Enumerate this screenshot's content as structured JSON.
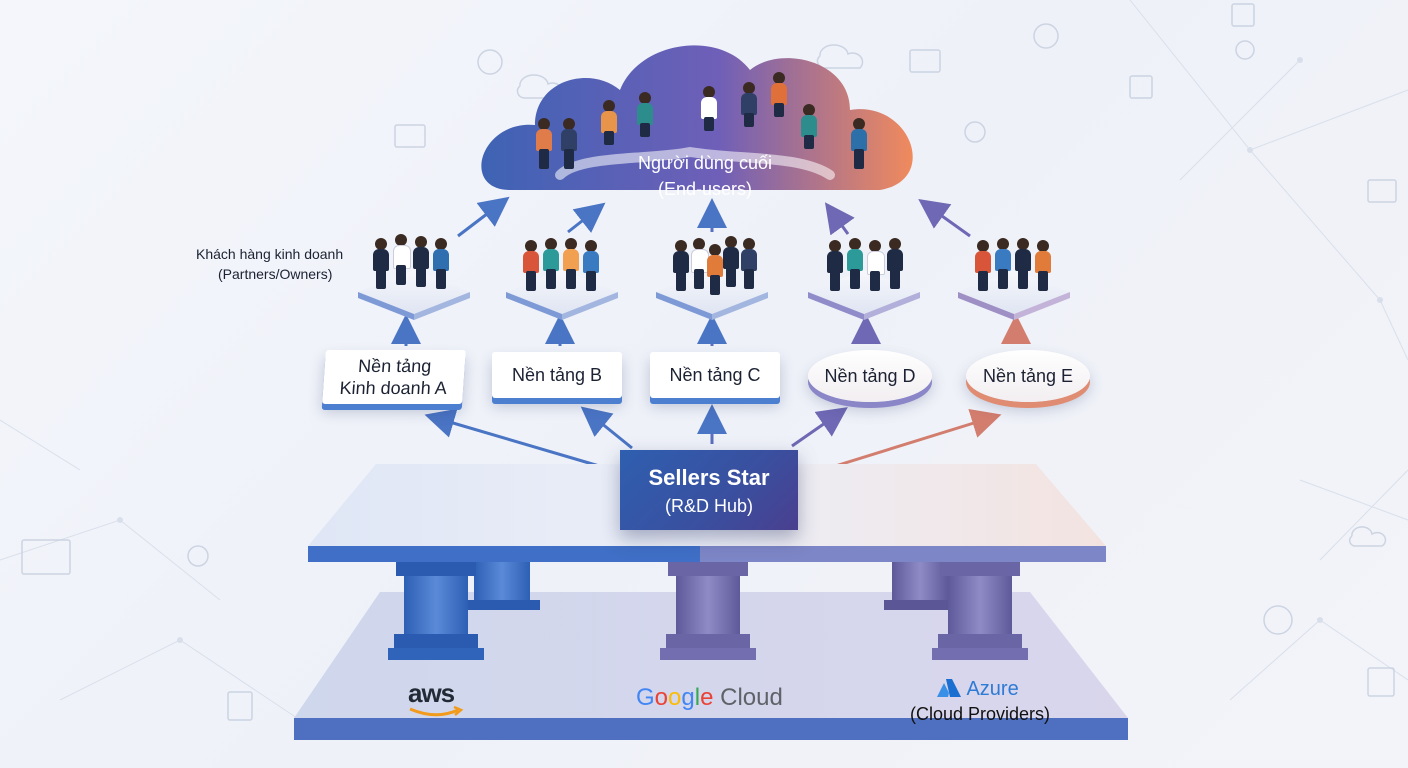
{
  "cloud": {
    "label_vi": "Người dùng cuối",
    "label_en": "(End-users)"
  },
  "customers": {
    "label_vi": "Khách hàng kinh doanh",
    "label_en": "(Partners/Owners)"
  },
  "platforms": [
    {
      "id": "a",
      "label_l1": "Nền tảng",
      "label_l2": "Kinh doanh A"
    },
    {
      "id": "b",
      "label": "Nền tảng B"
    },
    {
      "id": "c",
      "label": "Nền tảng C"
    },
    {
      "id": "d",
      "label": "Nền tảng D"
    },
    {
      "id": "e",
      "label": "Nền tảng E"
    }
  ],
  "hub": {
    "title": "Sellers Star",
    "subtitle": "(R&D Hub)"
  },
  "providers": {
    "aws": "aws",
    "google": [
      "G",
      "o",
      "o",
      "g",
      "l",
      "e",
      " Cloud"
    ],
    "azure": "Azure",
    "caption": "(Cloud Providers)"
  },
  "colors": {
    "blue": "#3f6fc6",
    "purple": "#6a5fb0",
    "orange": "#e48866",
    "google": [
      "#4285F4",
      "#EA4335",
      "#FBBC05",
      "#4285F4",
      "#34A853",
      "#EA4335",
      "#5f6368"
    ]
  }
}
